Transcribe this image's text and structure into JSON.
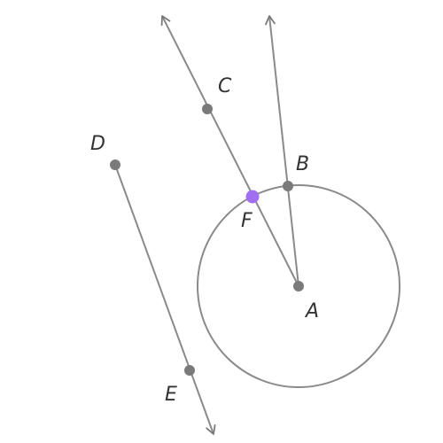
{
  "diagram": {
    "colors": {
      "stroke": "#8a8a8a",
      "point": "#7a7a7a",
      "highlight_point": "#a070f0",
      "label": "#333333",
      "background": "#ffffff"
    },
    "points": {
      "A": {
        "label": "A"
      },
      "B": {
        "label": "B"
      },
      "C": {
        "label": "C"
      },
      "D": {
        "label": "D"
      },
      "E": {
        "label": "E"
      },
      "F": {
        "label": "F",
        "highlighted": true
      }
    },
    "elements": [
      {
        "type": "circle",
        "center": "A",
        "through": "B"
      },
      {
        "type": "ray",
        "from": "A",
        "through": "B"
      },
      {
        "type": "ray",
        "from": "A",
        "through": "C"
      },
      {
        "type": "ray",
        "from": "D",
        "through": "E"
      }
    ]
  }
}
